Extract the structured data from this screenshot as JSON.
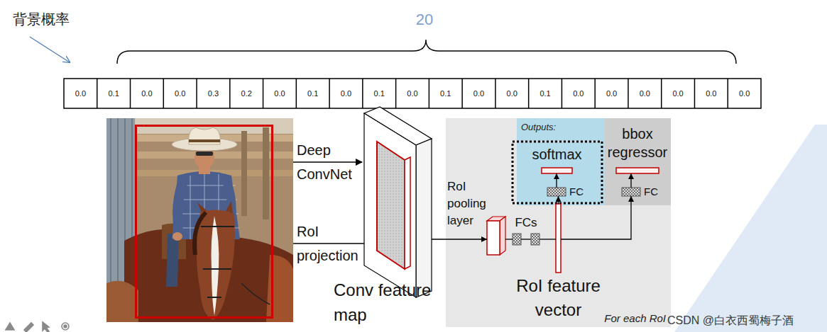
{
  "diagram": {
    "nodes": [
      {
        "text": [
          "Conv feature map"
        ]
      },
      {
        "text": [
          "For each RoI"
        ]
      },
      {
        "text": [
          "RoI pooling layer"
        ],
        "in": 1
      },
      {
        "text": [
          "FCs"
        ],
        "in": 1
      },
      {
        "text": [
          "Outputs:"
        ],
        "in": 1
      },
      {
        "text": [
          "softmax"
        ],
        "in": 4
      },
      {
        "text": [
          "FC"
        ],
        "in": 4
      },
      {
        "text": [
          "bbox regressor"
        ],
        "in": 1
      },
      {
        "text": [
          "FC"
        ],
        "in": 1
      },
      {
        "text": [
          "RoI feature vector"
        ],
        "in": 1
      }
    ],
    "edges": [
      {
        "from": 0,
        "to": 2,
        "arrow": "to"
      },
      {
        "from": 2,
        "to": 3,
        "arrow": "none"
      },
      {
        "from": 3,
        "to": 9,
        "arrow": "none"
      },
      {
        "from": 9,
        "to": 6,
        "arrow": "to"
      },
      {
        "from": 6,
        "to": 5,
        "arrow": "to"
      },
      {
        "from": 9,
        "to": 8,
        "arrow": "to"
      },
      {
        "from": 8,
        "to": 7,
        "arrow": "to"
      }
    ],
    "labels": [
      "背景概率",
      "20",
      "0.0",
      "0.1",
      "0.0",
      "0.0",
      "0.3",
      "0.2",
      "0.0",
      "0.1",
      "0.0",
      "0.1",
      "0.0",
      "0.1",
      "0.0",
      "0.0",
      "0.1",
      "0.0",
      "0.0",
      "0.0",
      "0.0",
      "0.0",
      "0.0",
      "Deep ConvNet",
      "RoI projection",
      "CSDN @白衣西蜀梅子酒"
    ]
  }
}
